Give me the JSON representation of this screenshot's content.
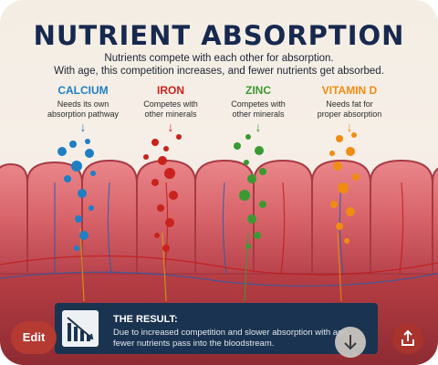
{
  "image": {
    "title": "NUTRIENT ABSORPTION",
    "subtitle_line1": "Nutrients compete with each other for absorption.",
    "subtitle_line2": "With age, this competition increases, and fewer nutrients get absorbed.",
    "minerals": [
      {
        "name": "CALCIUM",
        "desc1": "Needs its own",
        "desc2": "absorption pathway",
        "color": "#1f7fc2"
      },
      {
        "name": "IRON",
        "desc1": "Competes with",
        "desc2": "other minerals",
        "color": "#c8231c"
      },
      {
        "name": "ZINC",
        "desc1": "Competes with",
        "desc2": "other minerals",
        "color": "#3a9a32"
      },
      {
        "name": "VITAMIN D",
        "desc1": "Needs fat for",
        "desc2": "proper absorption",
        "color": "#f08c13"
      }
    ],
    "result": {
      "title": "THE RESULT:",
      "line1": "Due to increased competition and slower absorption with age,",
      "line2": "fewer nutrients pass into the bloodstream."
    }
  },
  "actions": {
    "edit_label": "Edit",
    "download_icon": "arrow-down-icon",
    "share_icon": "share-icon"
  }
}
